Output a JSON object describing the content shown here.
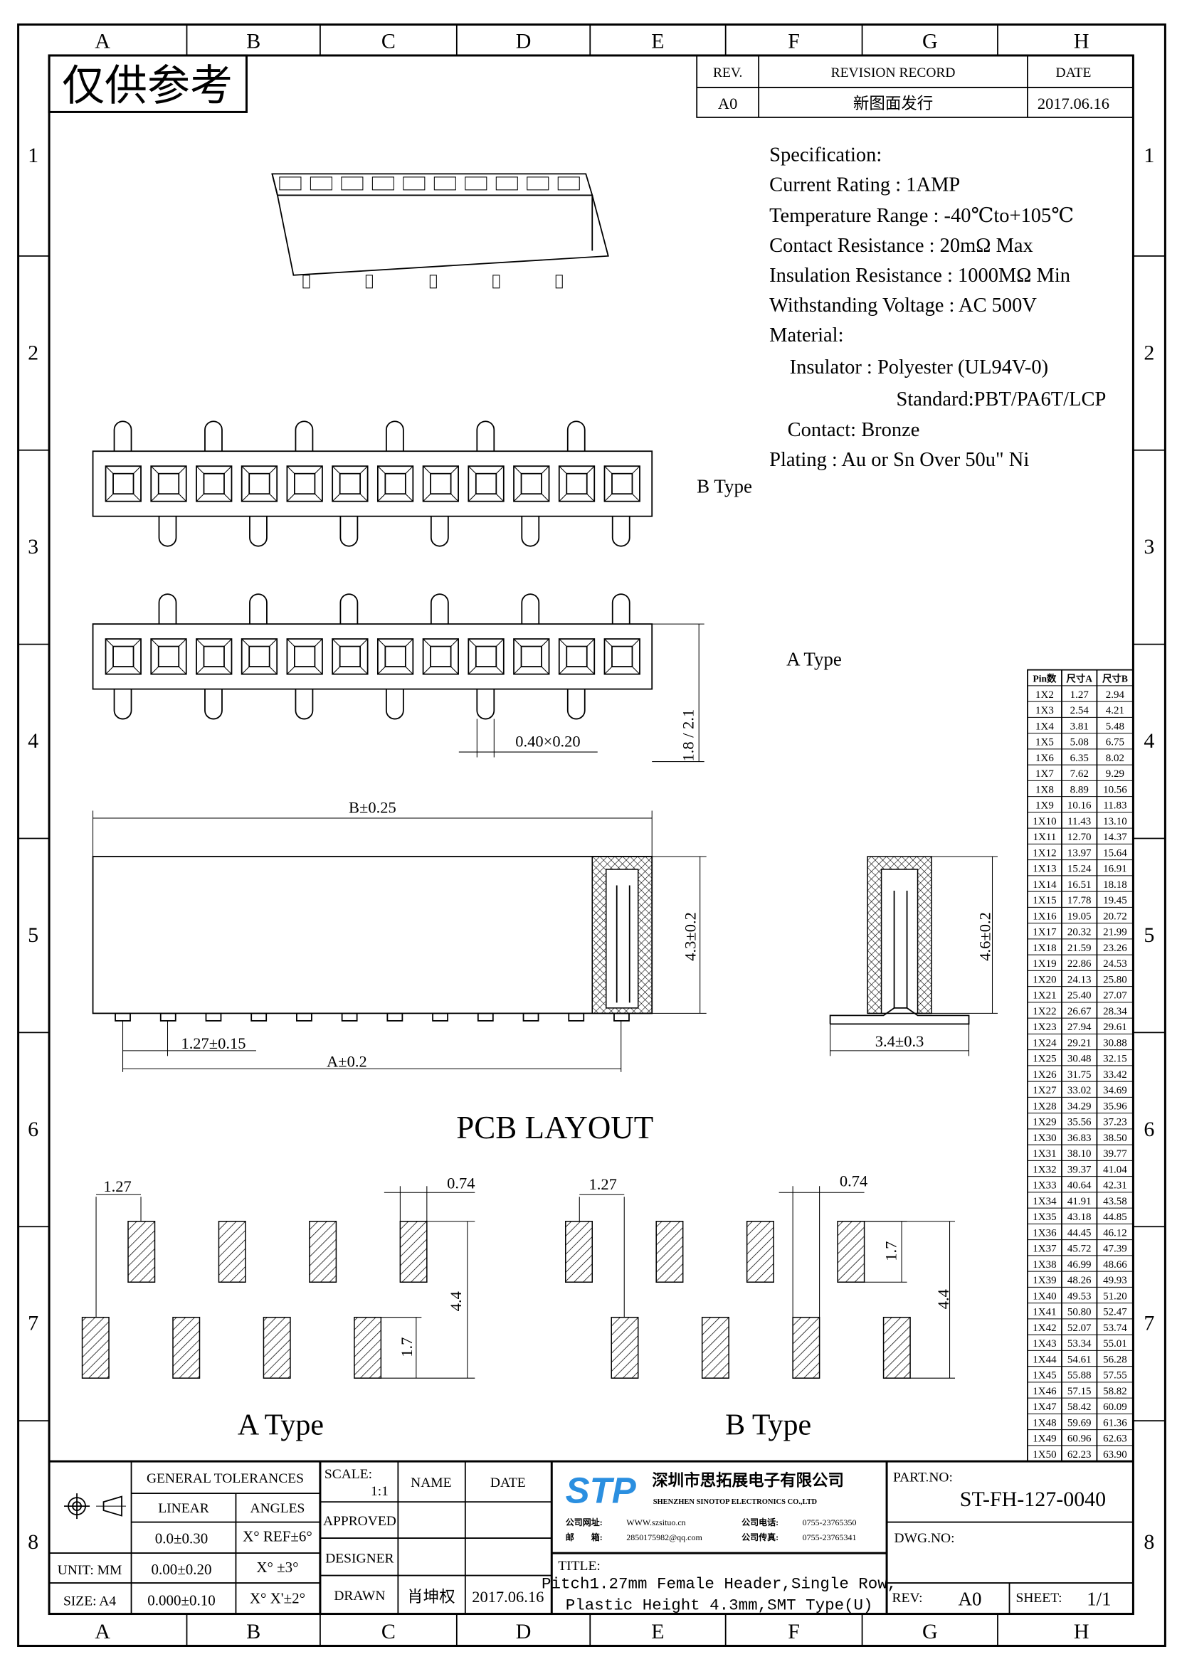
{
  "frame": {
    "columns": [
      "A",
      "B",
      "C",
      "D",
      "E",
      "F",
      "G",
      "H"
    ],
    "rows": [
      "1",
      "2",
      "3",
      "4",
      "5",
      "6",
      "7",
      "8"
    ]
  },
  "reference_stamp": "仅供参考",
  "revision": {
    "headers": {
      "rev": "REV.",
      "record": "REVISION RECORD",
      "date": "DATE"
    },
    "rev": "A0",
    "record": "新图面发行",
    "date": "2017.06.16"
  },
  "spec": {
    "lines": [
      "Specification:",
      "Current Rating : 1AMP",
      "Temperature Range : -40℃to+105℃",
      "Contact Resistance : 20mΩ Max",
      "Insulation Resistance : 1000MΩ Min",
      "Withstanding Voltage : AC 500V",
      "Material:",
      "Insulator : Polyester (UL94V-0)",
      "Standard:PBT/PA6T/LCP",
      "Contact: Bronze",
      "Plating : Au or Sn Over 50u\" Ni"
    ]
  },
  "views": {
    "b_type_label": "B Type",
    "a_type_label": "A Type",
    "pin_dim": "0.40×0.20",
    "height_dim": "1.8 / 2.1",
    "b_dim": "B±0.25",
    "body_height": "4.3±0.2",
    "pitch_dim": "1.27±0.15",
    "a_dim": "A±0.2",
    "section_height": "4.6±0.2",
    "section_width": "3.4±0.3"
  },
  "pcb": {
    "title": "PCB LAYOUT",
    "a_type": {
      "label": "A Type",
      "pitch": "1.27",
      "pad_w": "0.74",
      "span": "4.4",
      "pad_h": "1.7"
    },
    "b_type": {
      "label": "B Type",
      "pitch": "1.27",
      "pad_w": "0.74",
      "span": "4.4",
      "pad_h": "1.7"
    }
  },
  "dim_table": {
    "headers": [
      "Pin数",
      "尺寸A",
      "尺寸B"
    ],
    "rows": [
      [
        "1X2",
        "1.27",
        "2.94"
      ],
      [
        "1X3",
        "2.54",
        "4.21"
      ],
      [
        "1X4",
        "3.81",
        "5.48"
      ],
      [
        "1X5",
        "5.08",
        "6.75"
      ],
      [
        "1X6",
        "6.35",
        "8.02"
      ],
      [
        "1X7",
        "7.62",
        "9.29"
      ],
      [
        "1X8",
        "8.89",
        "10.56"
      ],
      [
        "1X9",
        "10.16",
        "11.83"
      ],
      [
        "1X10",
        "11.43",
        "13.10"
      ],
      [
        "1X11",
        "12.70",
        "14.37"
      ],
      [
        "1X12",
        "13.97",
        "15.64"
      ],
      [
        "1X13",
        "15.24",
        "16.91"
      ],
      [
        "1X14",
        "16.51",
        "18.18"
      ],
      [
        "1X15",
        "17.78",
        "19.45"
      ],
      [
        "1X16",
        "19.05",
        "20.72"
      ],
      [
        "1X17",
        "20.32",
        "21.99"
      ],
      [
        "1X18",
        "21.59",
        "23.26"
      ],
      [
        "1X19",
        "22.86",
        "24.53"
      ],
      [
        "1X20",
        "24.13",
        "25.80"
      ],
      [
        "1X21",
        "25.40",
        "27.07"
      ],
      [
        "1X22",
        "26.67",
        "28.34"
      ],
      [
        "1X23",
        "27.94",
        "29.61"
      ],
      [
        "1X24",
        "29.21",
        "30.88"
      ],
      [
        "1X25",
        "30.48",
        "32.15"
      ],
      [
        "1X26",
        "31.75",
        "33.42"
      ],
      [
        "1X27",
        "33.02",
        "34.69"
      ],
      [
        "1X28",
        "34.29",
        "35.96"
      ],
      [
        "1X29",
        "35.56",
        "37.23"
      ],
      [
        "1X30",
        "36.83",
        "38.50"
      ],
      [
        "1X31",
        "38.10",
        "39.77"
      ],
      [
        "1X32",
        "39.37",
        "41.04"
      ],
      [
        "1X33",
        "40.64",
        "42.31"
      ],
      [
        "1X34",
        "41.91",
        "43.58"
      ],
      [
        "1X35",
        "43.18",
        "44.85"
      ],
      [
        "1X36",
        "44.45",
        "46.12"
      ],
      [
        "1X37",
        "45.72",
        "47.39"
      ],
      [
        "1X38",
        "46.99",
        "48.66"
      ],
      [
        "1X39",
        "48.26",
        "49.93"
      ],
      [
        "1X40",
        "49.53",
        "51.20"
      ],
      [
        "1X41",
        "50.80",
        "52.47"
      ],
      [
        "1X42",
        "52.07",
        "53.74"
      ],
      [
        "1X43",
        "53.34",
        "55.01"
      ],
      [
        "1X44",
        "54.61",
        "56.28"
      ],
      [
        "1X45",
        "55.88",
        "57.55"
      ],
      [
        "1X46",
        "57.15",
        "58.82"
      ],
      [
        "1X47",
        "58.42",
        "60.09"
      ],
      [
        "1X48",
        "59.69",
        "61.36"
      ],
      [
        "1X49",
        "60.96",
        "62.63"
      ],
      [
        "1X50",
        "62.23",
        "63.90"
      ]
    ]
  },
  "title_block": {
    "general_tolerances": "GENERAL TOLERANCES",
    "linear": "LINEAR",
    "angles": "ANGLES",
    "tol_rows": [
      [
        "0.0±0.30",
        "X° REF±6°"
      ],
      [
        "0.00±0.20",
        "X° ±3°"
      ],
      [
        "0.000±0.10",
        "X° X'±2°"
      ]
    ],
    "unit": "UNIT: MM",
    "size": "SIZE: A4",
    "scale_label": "SCALE:",
    "scale": "1:1",
    "name_header": "NAME",
    "date_header": "DATE",
    "approved": "APPROVED",
    "designer": "DESIGNER",
    "drawn": "DRAWN",
    "drawn_name": "肖坤权",
    "drawn_date": "2017.06.16",
    "company": {
      "logo": "STP",
      "name_cn": "深圳市思拓展电子有限公司",
      "name_en": "SHENZHEN SINOTOP ELECTRONICS CO.,LTD",
      "web_label": "公司网址:",
      "web": "WWW.szsituo.cn",
      "mail_label": "邮　　箱:",
      "mail": "2850175982@qq.com",
      "tel_label": "公司电话:",
      "tel": "0755-23765350",
      "fax_label": "公司传真:",
      "fax": "0755-23765341",
      "brand_color": "#2b8fe0"
    },
    "title_label": "TITLE:",
    "title_line1": "Pitch1.27mm Female Header,Single Row,",
    "title_line2": "Plastic Height 4.3mm,SMT Type(U)",
    "part_no_label": "PART.NO:",
    "part_no": "ST-FH-127-0040",
    "dwg_no_label": "DWG.NO:",
    "rev_label": "REV:",
    "rev": "A0",
    "sheet_label": "SHEET:",
    "sheet": "1/1"
  }
}
